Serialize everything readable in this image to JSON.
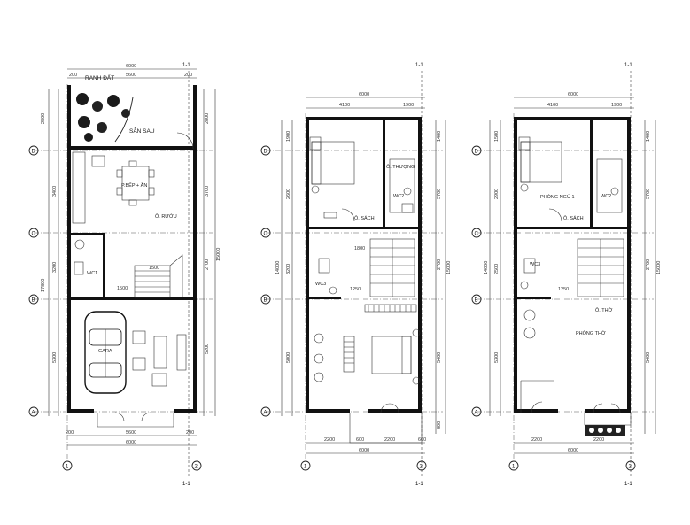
{
  "section_mark": "1-1",
  "axes": {
    "rows": [
      "D",
      "C",
      "B",
      "A"
    ],
    "cols": [
      "1",
      "2"
    ]
  },
  "plan1": {
    "rooms": {
      "ranh_dat": "RANH ĐẤT",
      "san_sau": "SÂN SAU",
      "bep_an": "P.BẾP + ĂN",
      "wc1": "WC1",
      "gara": "GARA",
      "o_duoi": "Ô. RƯỚU"
    },
    "dims": {
      "top_total": "6000",
      "top_a": "200",
      "top_b": "5600",
      "top_c": "200",
      "left_1": "2800",
      "left_2": "3400",
      "left_3": "3200",
      "left_4": "5300",
      "left_total": "17800",
      "right_1": "2800",
      "right_2": "3700",
      "right_3": "2700",
      "right_4": "5200",
      "right_total": "15000",
      "stair_1": "1500",
      "stair_2": "1500",
      "bot_a": "200",
      "bot_b": "5600",
      "bot_c": "200",
      "bot_total": "6000"
    }
  },
  "plan2": {
    "rooms": {
      "wc2": "WC2",
      "wc3": "WC3",
      "o_sach": "Ô. SÁCH",
      "o_thuong": "Ô. THƯỢNG"
    },
    "dims": {
      "top_total": "6000",
      "top_a": "4100",
      "top_b": "1900",
      "left_1": "1900",
      "left_2": "2600",
      "left_3": "5000",
      "left_total": "14000",
      "left_b": "3200",
      "right_1": "1400",
      "right_2": "3700",
      "right_3": "2700",
      "right_4": "5400",
      "right_5": "800",
      "right_total": "15000",
      "mid_a": "1800",
      "mid_b": "1250",
      "bot_a": "2200",
      "bot_b": "600",
      "bot_c": "2200",
      "bot_d": "600",
      "bot_total": "6000"
    }
  },
  "plan3": {
    "rooms": {
      "ngu1": "PHÒNG NGỦ 1",
      "wc2": "WC2",
      "wc3": "WC3",
      "tho": "PHÒNG THỜ",
      "o_sach": "Ô. SÁCH",
      "o_tho": "Ô. THỜ"
    },
    "dims": {
      "top_total": "6000",
      "top_a": "4100",
      "top_b": "1900",
      "left_1": "1500",
      "left_2": "2900",
      "left_3": "5300",
      "left_total": "14000",
      "left_b": "2500",
      "right_1": "1400",
      "right_2": "3700",
      "right_3": "2700",
      "right_4": "5400",
      "right_total": "15000",
      "mid_b": "1250",
      "bot_a": "2200",
      "bot_b": "2200",
      "bot_total": "6000"
    }
  }
}
